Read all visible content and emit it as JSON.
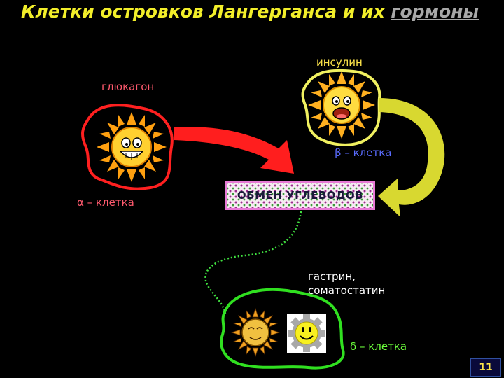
{
  "title": {
    "main": "Клетки островков Лангерганса и их",
    "link": "гормоны"
  },
  "labels": {
    "glucagon": "глюкагон",
    "insulin": "инсулин",
    "alpha_cell": "α – клетка",
    "beta_cell": "β – клетка",
    "carb": "ОБМЕН УГЛЕВОДОВ",
    "gastrin": "гастрин,",
    "somatostatin": "соматостатин",
    "delta_cell": "δ – клетка"
  },
  "page_number": "11",
  "colors": {
    "title": "#f2ee2a",
    "alpha_outline": "#ff2020",
    "beta_outline": "#f0f060",
    "delta_outline": "#30e020",
    "glucagon_arrow": "#ff1e1e",
    "insulin_arrow": "#d8d830",
    "dotted_path": "#40e040"
  },
  "icons": [
    "sun-face-icon",
    "smiley-face-icon"
  ]
}
